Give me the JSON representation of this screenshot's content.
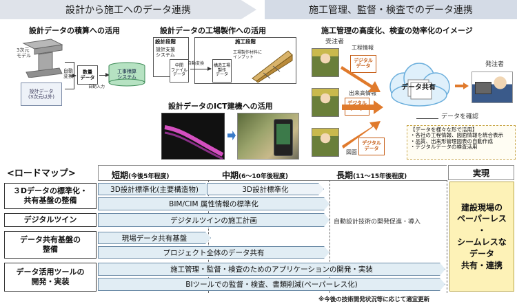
{
  "banners": {
    "left": "設計から施工へのデータ連携",
    "right": "施工管理、監督・検査でのデータ連携"
  },
  "sections": {
    "estimation": {
      "title": "設計データの積算への活用",
      "model_3d": "3次元\nモデル",
      "design_data": "設計データ\n(3次元以外)",
      "auto_convert": "自動\n変換",
      "quantity_data": "数量\nデータ",
      "auto_input": "自動入力",
      "estimation_system": "工事積算\nシステム"
    },
    "factory": {
      "title": "設計データの工場製作への活用",
      "design_stage": "設計段階",
      "design_support": "設計支援\nシステム",
      "construction_stage": "施工段階",
      "intermediate_file": "中間\nファイル\nデータ",
      "auto_convert": "自動変換",
      "cad_data": "構造工場\n製作\nデータ",
      "factory_note": "工場製作材料に\nインプット"
    },
    "ict": {
      "title": "設計データのICT建機への活用"
    },
    "management": {
      "title": "施工管理の高度化、検査の効率化のイメージ",
      "contractor": "受注者",
      "client": "発注者",
      "construction_info": "工程情報",
      "digital_data": "デジタル\nデータ",
      "output_info": "出来高情報",
      "drawing": "図面",
      "data_sharing": "データ共有",
      "confirm": "データを確認",
      "notes": [
        "【データを様々な形で活用】",
        "・各社の工程情報、図面情報を統合表示",
        "・品質、出来形管理図表の自動作成",
        "・デジタルデータの検査活用"
      ]
    }
  },
  "roadmap": {
    "title": "<ロードマップ>",
    "phases": {
      "short": "短期",
      "short_note": "(今後5年程度)",
      "mid": "中期",
      "mid_note": "(6～10年後程度)",
      "long": "長期",
      "long_note": "(11～15年後程度)",
      "realize": "実現"
    },
    "rows": [
      {
        "label": "３Dデータの標準化・\n共有基盤の整備"
      },
      {
        "label": "デジタルツイン"
      },
      {
        "label": "データ共有基盤の\n整備"
      },
      {
        "label": "データ活用ツールの\n開発・実装"
      }
    ],
    "bars": {
      "std_main": "3D設計標準化(主要構造物)",
      "std_all": "3D設計標準化",
      "bim": "BIM/CIM 属性情報の標準化",
      "twin": "デジタルツインの施工計画",
      "auto_design": "自動設計技術の開発促進・導入",
      "site_share": "現場データ共有基盤",
      "project_share": "プロジェクト全体のデータ共有",
      "apps": "施工管理・監督・検査のためのアプリケーションの開発・実装",
      "bi": "BIツールでの監督・検査、書類削減(ペーパーレス化)"
    },
    "realize_text": "建設現場の\nペーパーレス\n・\nシームレスな\nデータ\n共有・連携",
    "footnote": "※今後の技術開発状況等に応じて適宜更新"
  },
  "colors": {
    "bar_fill": "#e1edf4",
    "bar_border": "#6a8aa6",
    "realize_fill": "#fdf2b7",
    "arrow_orange": "#e07a2c"
  }
}
